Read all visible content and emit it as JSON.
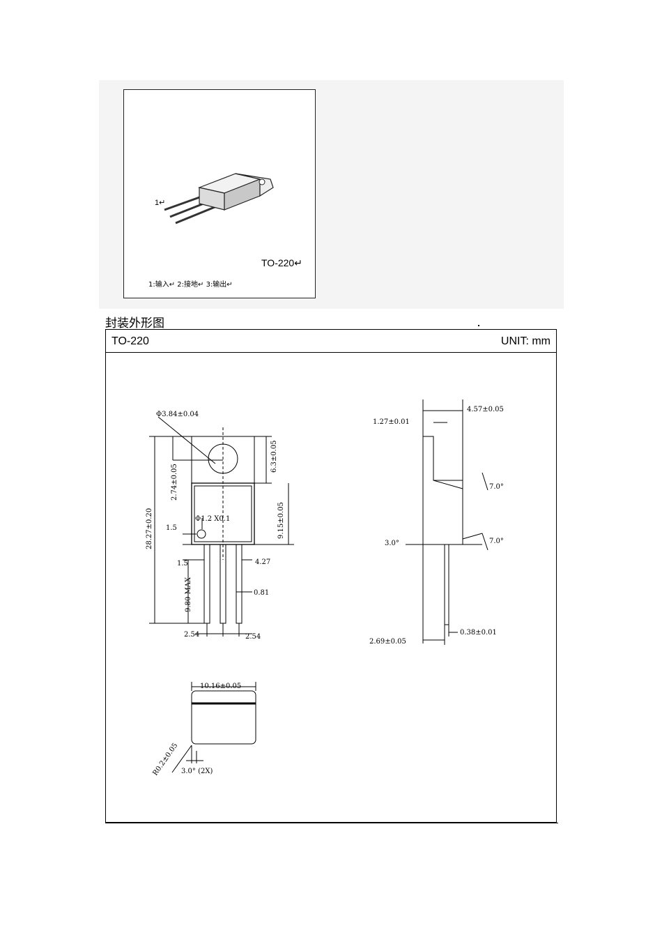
{
  "photo": {
    "package_label": "TO-220↵",
    "pin1_label": "1↵",
    "pin_description": "1:输入↵ 2:接地↵ 3:输出↵"
  },
  "section": {
    "title": "封装外形图"
  },
  "drawing": {
    "package_name": "TO-220",
    "unit_label": "UNIT: mm",
    "dims": {
      "hole_dia": "Φ3.84±0.04",
      "height_6_3": "6.3±0.05",
      "top_2_74": "2.74±0.05",
      "total_length": "28.27±0.20",
      "body_9_15": "9.15±0.05",
      "pin_dia": "Φ1.2 X0.1",
      "d1_5_a": "1.5",
      "d1_5_b": "1.5",
      "d4_27": "4.27",
      "lead_9_80": "9.80 MAX",
      "d0_81": "0.81",
      "pitch_a": "2.54",
      "pitch_b": "2.54",
      "side_4_57": "4.57±0.05",
      "side_1_27": "1.27±0.01",
      "angle_7a": "7.0°",
      "angle_7b": "7.0°",
      "angle_3": "3.0°",
      "side_2_69": "2.69±0.05",
      "side_0_38": "0.38±0.01",
      "width_10_16": "10.16±0.05",
      "radius_0_2": "R0.2±0.05",
      "angle_3_2x": "3.0° (2X)"
    }
  }
}
